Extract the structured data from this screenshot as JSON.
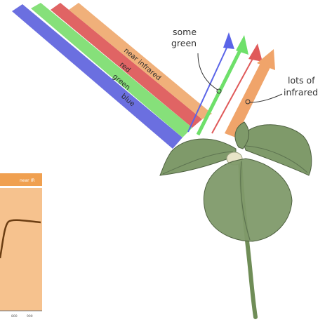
{
  "beams": {
    "blue": {
      "label": "blue",
      "color": "#6b6fe0"
    },
    "green": {
      "label": "green",
      "color": "#86e07a"
    },
    "red": {
      "label": "red",
      "color": "#e06464"
    },
    "near_infrared": {
      "label": "near infrared",
      "color": "#f0b07a"
    }
  },
  "reflected": {
    "blue_color": "#5a64e8",
    "green_color": "#6ee06a",
    "red_color": "#e05a5a",
    "infrared_color": "#f0a46a"
  },
  "callouts": {
    "some_green": {
      "line1": "some",
      "line2": "green"
    },
    "lots_of_infrared": {
      "line1": "lots of",
      "line2": "infrared"
    }
  },
  "inset_chart": {
    "header_label": "near IR",
    "tick_labels": [
      "800",
      "900"
    ],
    "background_color": "#f6c28e",
    "header_color": "#f0a050"
  },
  "plant": {
    "leaf_color": "#7f9a6a",
    "stem_color": "#6f8d57"
  }
}
